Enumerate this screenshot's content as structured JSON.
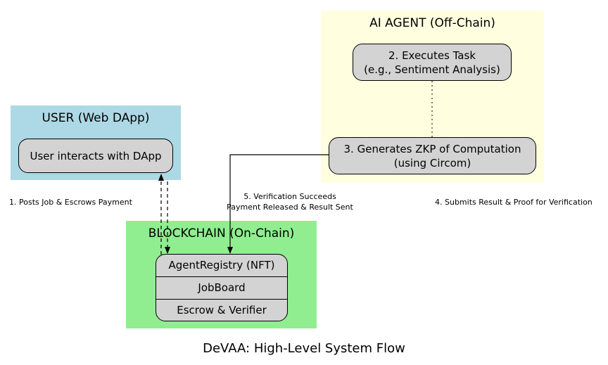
{
  "title": "DeVAA: High-Level System Flow",
  "clusters": {
    "user": {
      "label": "USER (Web DApp)",
      "color": "#add8e6"
    },
    "agent": {
      "label": "AI AGENT (Off-Chain)",
      "color": "#ffffe0"
    },
    "blockchain": {
      "label": "BLOCKCHAIN (On-Chain)",
      "color": "#90ee90"
    }
  },
  "nodes": {
    "user_dapp": "User interacts with DApp",
    "execute_task": {
      "line1": "2. Executes Task",
      "line2": "(e.g., Sentiment Analysis)"
    },
    "generate_zkp": {
      "line1": "3. Generates ZKP of Computation",
      "line2": "(using Circom)"
    },
    "contracts": [
      "AgentRegistry (NFT)",
      "JobBoard",
      "Escrow & Verifier"
    ]
  },
  "edges": {
    "post_job": "1. Posts Job & Escrows Payment",
    "submit_result": "4. Submits Result & Proof for Verification",
    "verification": {
      "line1": "5. Verification Succeeds",
      "line2": "Payment Released & Result Sent"
    }
  },
  "node_fill": "#d3d3d3"
}
